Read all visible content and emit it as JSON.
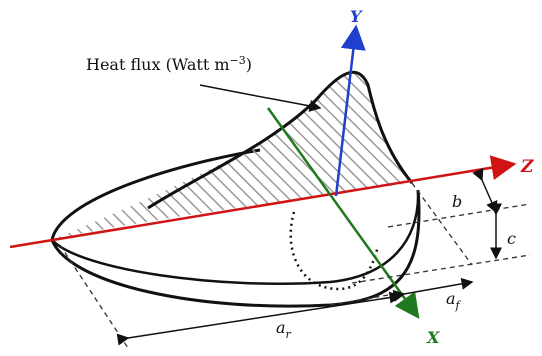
{
  "caption": {
    "text": "Heat flux  (Watt m",
    "sup": "−3",
    "tail": ")"
  },
  "axes": {
    "x": {
      "label": "X",
      "color": "#1f7a1f"
    },
    "y": {
      "label": "Y",
      "color": "#1f3fcc"
    },
    "z": {
      "label": "Z",
      "color": "#d01414"
    }
  },
  "dims": {
    "b": "b",
    "c": "c",
    "af": {
      "base": "a",
      "sub": "f"
    },
    "ar": {
      "base": "a",
      "sub": "r"
    }
  }
}
